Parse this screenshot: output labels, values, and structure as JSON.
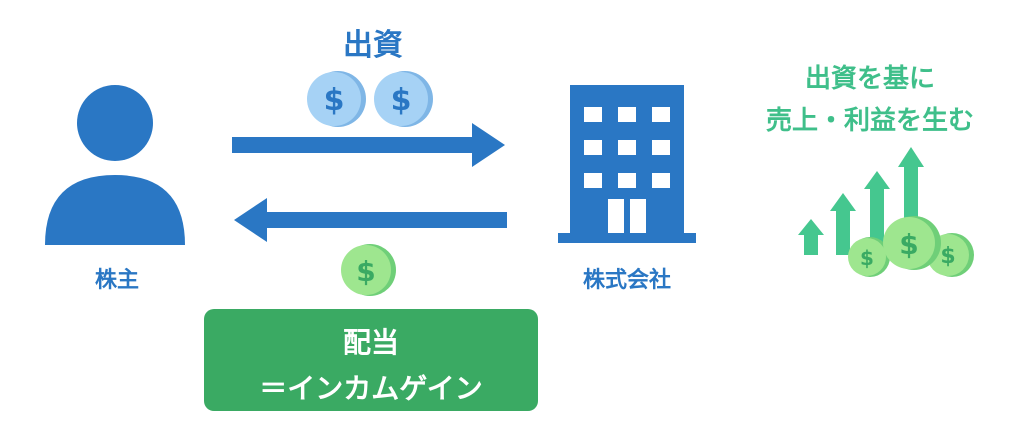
{
  "shareholder": {
    "label": "株主"
  },
  "company": {
    "label": "株式会社"
  },
  "investment": {
    "label": "出資"
  },
  "dividend_box": {
    "line1": "配当",
    "line2": "＝インカムゲイン"
  },
  "growth_caption": {
    "line1": "出資を基に",
    "line2": "売上・利益を生む"
  },
  "coin_symbol": "$",
  "colors": {
    "blue": "#2a77c4",
    "light_blue_coin": "#a6d2f5",
    "green_box": "#3aaa63",
    "green_text": "#3fbf8a",
    "light_green_coin": "#9ee68f"
  }
}
